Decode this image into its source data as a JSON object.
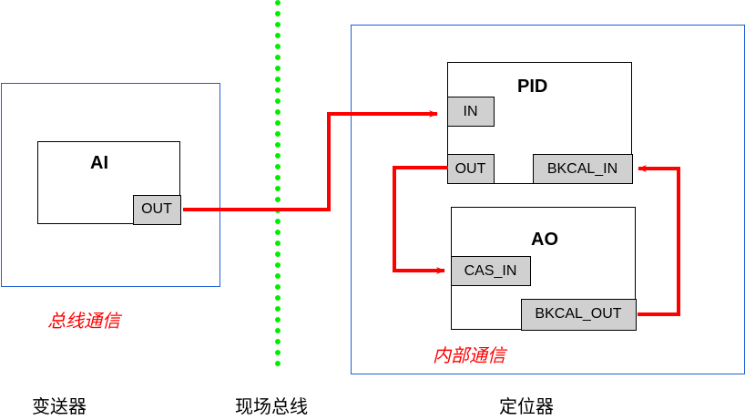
{
  "colors": {
    "device_border": "#1f5fd6",
    "signal": "#ff0000",
    "bus": "#00ee00",
    "port_fill": "#d0d0d0"
  },
  "devices": {
    "transmitter": {
      "block": {
        "title": "AI",
        "ports": {
          "out": "OUT"
        }
      },
      "caption": "变送器",
      "note": "总线通信"
    },
    "fieldbus": {
      "caption": "现场总线"
    },
    "positioner": {
      "caption": "定位器",
      "note": "内部通信",
      "pid": {
        "title": "PID",
        "ports": {
          "in": "IN",
          "out": "OUT",
          "bkcal_in": "BKCAL_IN"
        }
      },
      "ao": {
        "title": "AO",
        "ports": {
          "cas_in": "CAS_IN",
          "bkcal_out": "BKCAL_OUT"
        }
      }
    }
  },
  "connections": [
    {
      "from": "AI.OUT",
      "to": "PID.IN"
    },
    {
      "from": "PID.OUT",
      "to": "AO.CAS_IN"
    },
    {
      "from": "AO.BKCAL_OUT",
      "to": "PID.BKCAL_IN"
    }
  ]
}
